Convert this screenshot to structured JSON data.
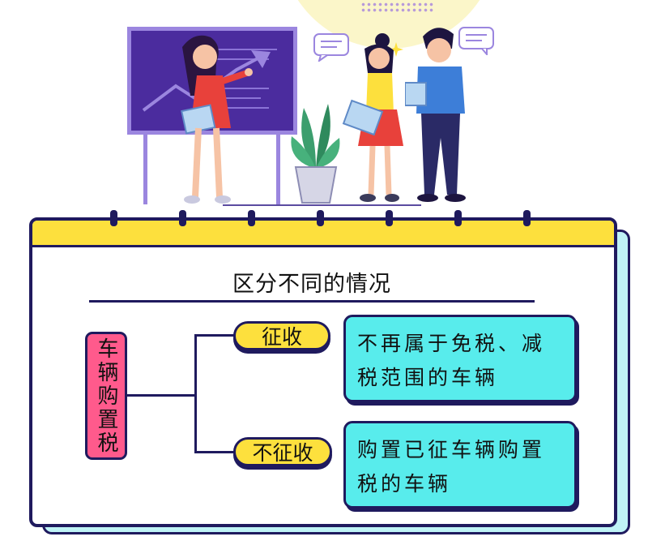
{
  "diagram": {
    "title": "区分不同的情况",
    "root": "车辆购置税",
    "branches": [
      {
        "label": "征收",
        "detail": "不再属于免税、减税范围的车辆"
      },
      {
        "label": "不征收",
        "detail": "购置已征车辆购置税的车辆"
      }
    ]
  },
  "colors": {
    "navy": "#1f1a5e",
    "yellow": "#fde03d",
    "pink": "#ff5a8c",
    "cyan": "#58ecec",
    "board": "#4b2c9e"
  }
}
